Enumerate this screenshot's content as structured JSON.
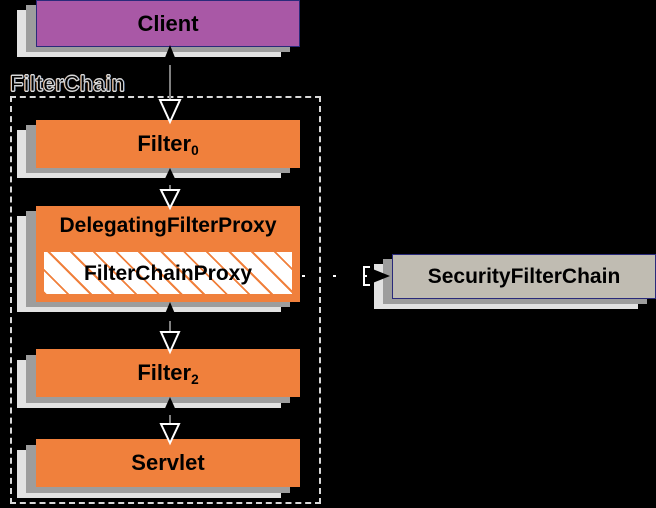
{
  "diagram": {
    "title": "Spring Security FilterChain / DelegatingFilterProxy diagram",
    "background_color": "#000000",
    "colors": {
      "client_fill": "#a958a6",
      "filter_fill": "#f0803c",
      "security_chain_fill": "#c0bcb2",
      "hatch_line": "#f0803c",
      "hatch_background": "#ffffff",
      "border_navy": "#2a2a7a",
      "shadow_dark": "#9d9d9d",
      "shadow_light": "#e2e2e2",
      "dashed_border": "#d9d9d9",
      "connector_line": "#808080",
      "text": "#000000"
    },
    "group": {
      "label": "FilterChain"
    },
    "nodes": [
      {
        "id": "client",
        "label": "Client",
        "sub": "",
        "kind": "client"
      },
      {
        "id": "filter-0",
        "label": "Filter",
        "sub": "0",
        "kind": "filter"
      },
      {
        "id": "delegating-filter-proxy",
        "label": "DelegatingFilterProxy",
        "sub": "",
        "kind": "filter"
      },
      {
        "id": "filter-chain-proxy",
        "label": "FilterChainProxy",
        "sub": "",
        "kind": "hatched"
      },
      {
        "id": "filter-2",
        "label": "Filter",
        "sub": "2",
        "kind": "filter"
      },
      {
        "id": "servlet",
        "label": "Servlet",
        "sub": "",
        "kind": "filter"
      },
      {
        "id": "security-filter-chain",
        "label": "SecurityFilterChain",
        "sub": "",
        "kind": "security"
      }
    ],
    "connectors": [
      {
        "id": "client-filter0",
        "from": "client",
        "to": "filter-0",
        "style": "double-arrow"
      },
      {
        "id": "filter0-dfp",
        "from": "filter-0",
        "to": "delegating-filter-proxy",
        "style": "double-arrow"
      },
      {
        "id": "dfp-filter2",
        "from": "delegating-filter-proxy",
        "to": "filter-2",
        "style": "double-arrow"
      },
      {
        "id": "filter2-servlet",
        "from": "filter-2",
        "to": "servlet",
        "style": "double-arrow"
      },
      {
        "id": "fcp-securitychain",
        "from": "filter-chain-proxy",
        "to": "security-filter-chain",
        "style": "dashed-arrow"
      }
    ]
  }
}
